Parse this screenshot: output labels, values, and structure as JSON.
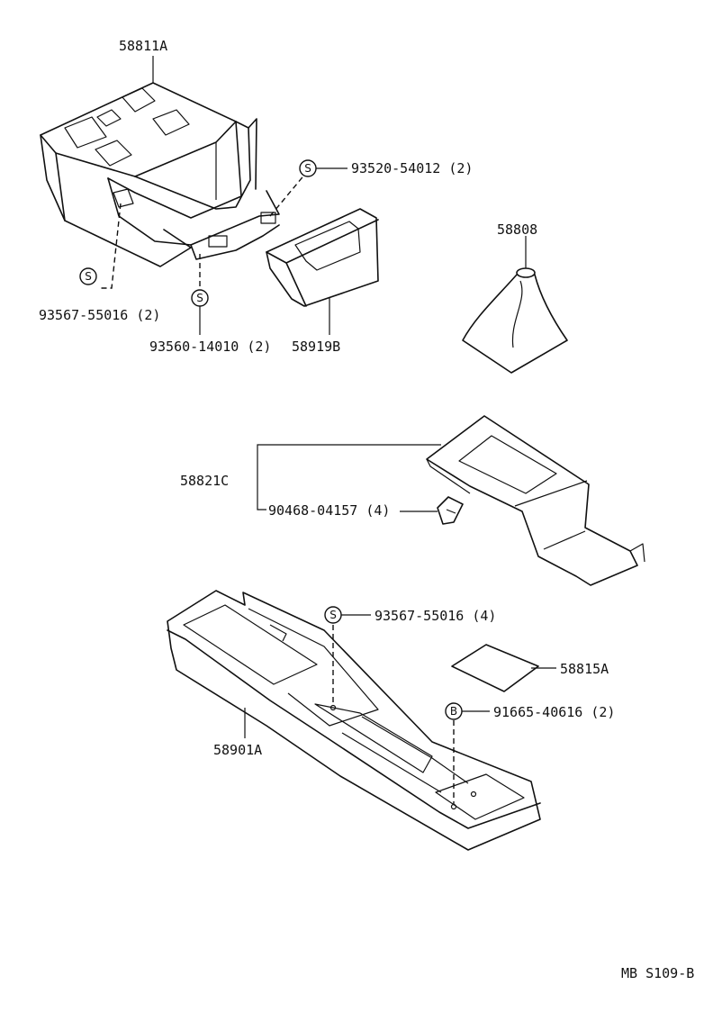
{
  "diagram": {
    "labels": {
      "l_58811A": "58811A",
      "l_93520": "93520-54012 (2)",
      "l_93567a": "93567-55016 (2)",
      "l_93560": "93560-14010 (2)",
      "l_58919B": "58919B",
      "l_58808": "58808",
      "l_58821C": "58821C",
      "l_90468": "90468-04157 (4)",
      "l_93567b": "93567-55016 (4)",
      "l_58815A": "58815A",
      "l_91665": "91665-40616 (2)",
      "l_58901A": "58901A"
    },
    "symbols": {
      "s": "S",
      "b": "B"
    },
    "footer_code": "MB S109-B"
  }
}
